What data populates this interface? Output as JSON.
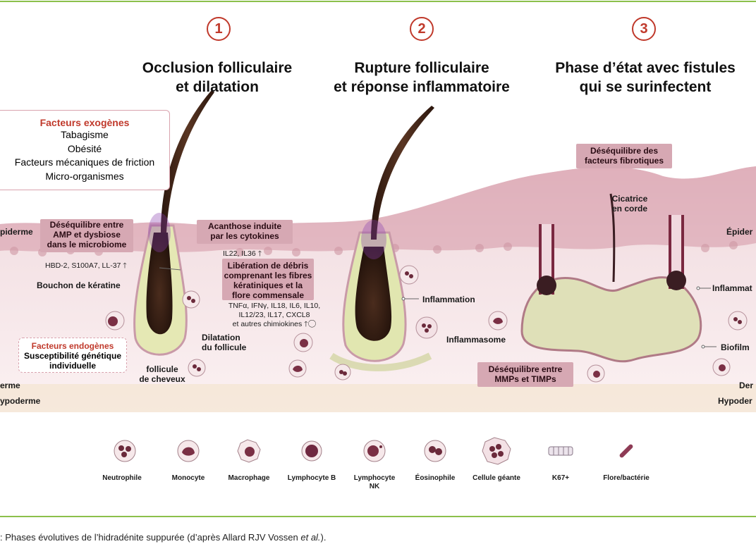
{
  "phases": [
    {
      "number": "1",
      "title": "Occlusion folliculaire\net dilatation"
    },
    {
      "number": "2",
      "title": "Rupture folliculaire\net réponse inflammatoire"
    },
    {
      "number": "3",
      "title": "Phase d’état avec fistules\nqui se surinfectent"
    }
  ],
  "exogenous": {
    "title": "Facteurs exogènes",
    "items": [
      "Tabagisme",
      "Obésité",
      "Facteurs mécaniques de friction",
      "Micro-organismes"
    ]
  },
  "endogenous": {
    "title": "Facteurs endogènes",
    "text": "Susceptibilité génétique\nindividuelle"
  },
  "labels": {
    "epiderme_left": "piderme",
    "derme_left": "erme",
    "hypoderme_left": "ypoderme",
    "desequilibre_amp": "Déséquilibre entre\nAMP et dysbiose\ndans le microbiome",
    "hbd": "HBD-2, S100A7, LL-37 🡑",
    "bouchon": "Bouchon de kératine",
    "acanthose": "Acanthose induite\npar les cytokines",
    "il22": "IL22, IL36 🡑",
    "liberation": "Libération de débris\ncomprenant les fibres\nkératiniques et la\nflore commensale",
    "cytokines": "TNFα, IFNγ, IL18, IL6, IL10,\nIL12/23, IL17, CXCL8\net autres chimiokines 🡑◯",
    "dilatation": "Dilatation\ndu follicule",
    "follicule": "follicule\nde cheveux",
    "inflammation2": "Inflammation",
    "inflammasome": "Inflammasome",
    "mmp": "Déséquilibre entre\nMMPs et TIMPs",
    "fibrotiques": "Déséquilibre des\nfacteurs fibrotiques",
    "cicatrice": "Cicatrice\nen corde",
    "epiderme_right": "Épider",
    "inflammation3": "Inflammat",
    "biofilm": "Biofilm",
    "derme_right": "Der",
    "hypoderme_right": "Hypoder"
  },
  "legend": [
    {
      "name": "Neutrophile",
      "icon": "neutrophil-icon"
    },
    {
      "name": "Monocyte",
      "icon": "monocyte-icon"
    },
    {
      "name": "Macrophage",
      "icon": "macrophage-icon"
    },
    {
      "name": "Lymphocyte B",
      "icon": "lymphocyte-b-icon"
    },
    {
      "name": "Lymphocyte\nNK",
      "icon": "lymphocyte-nk-icon"
    },
    {
      "name": "Éosinophile",
      "icon": "eosinophil-icon"
    },
    {
      "name": "Cellule géante",
      "icon": "giant-cell-icon"
    },
    {
      "name": "K67+",
      "icon": "k67-icon"
    },
    {
      "name": "Flore/bactérie",
      "icon": "bacteria-icon"
    }
  ],
  "caption": {
    "prefix": ": Phases évolutives de l’hidradénite suppurée (d’après Allard RJV Vossen ",
    "italic": "et al.",
    "suffix": ")."
  },
  "colors": {
    "accent_red": "#c0392b",
    "line_green": "#8cc04b",
    "box_pink": "#d6a8b3",
    "hair": "#3b2418",
    "skin": "#e9c7cf",
    "pus": "#d9d9a8"
  }
}
